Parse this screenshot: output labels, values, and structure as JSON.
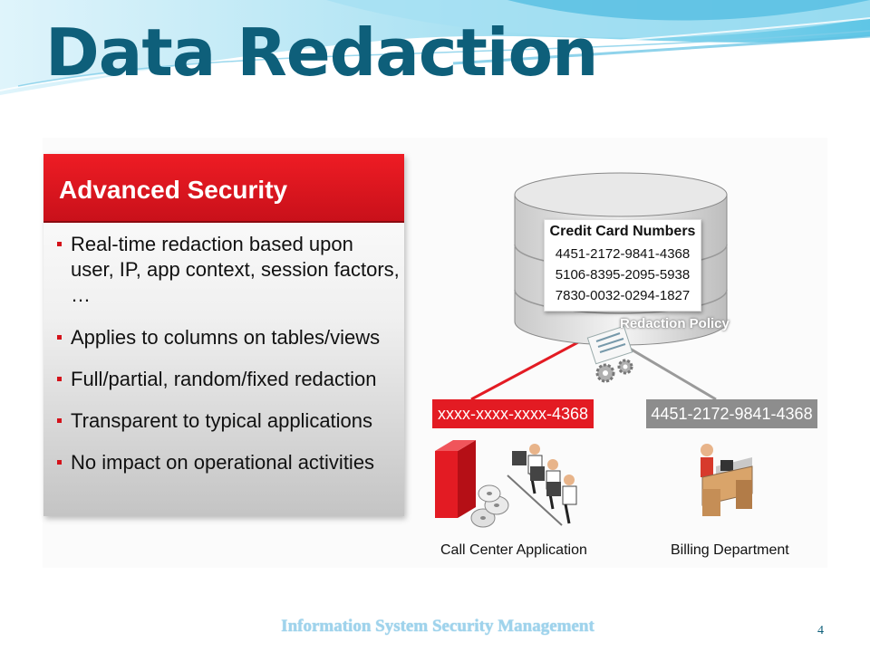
{
  "slide": {
    "title": "Data Redaction",
    "footer": "Information  System Security  Management",
    "page_number": "4"
  },
  "card": {
    "title": "Advanced Security",
    "bullets": [
      "Real-time redaction based upon user, IP, app context, session factors, …",
      "Applies to columns on tables/views",
      "Full/partial, random/fixed redaction",
      "Transparent  to typical applications",
      "No impact on operational activities"
    ]
  },
  "diagram": {
    "db_heading": "Credit Card Numbers",
    "card_numbers": [
      "4451-2172-9841-4368",
      "5106-8395-2095-5938",
      "7830-0032-0294-1827"
    ],
    "policy_label": "Redaction Policy",
    "redacted_value": "xxxx-xxxx-xxxx-4368",
    "full_value": "4451-2172-9841-4368",
    "left_label": "Call Center Application",
    "right_label": "Billing Department"
  },
  "colors": {
    "title": "#0e5f7a",
    "accent_red": "#e31b23",
    "gray_tag": "#8d8d8d",
    "footer": "#9fd3ec"
  }
}
